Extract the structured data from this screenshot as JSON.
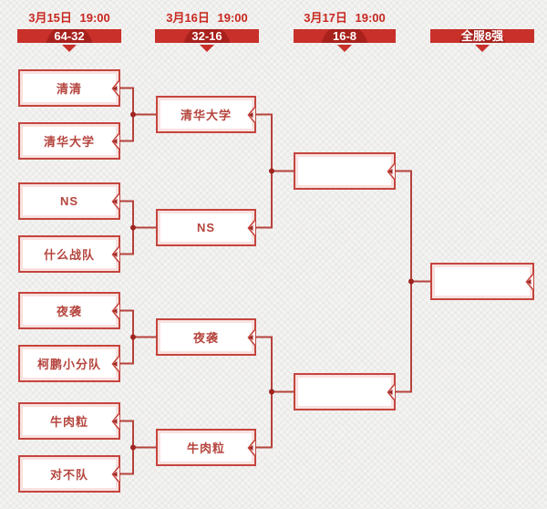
{
  "columns": [
    {
      "date": "3月15日 19:00",
      "stage": "64-32"
    },
    {
      "date": "3月16日 19:00",
      "stage": "32-16"
    },
    {
      "date": "3月17日 19:00",
      "stage": "16-8"
    },
    {
      "date": "",
      "stage": "全服8强"
    }
  ],
  "bracket": {
    "round1": [
      "清清",
      "清华大学",
      "NS",
      "什么战队",
      "夜袭",
      "柯鹏小分队",
      "牛肉粒",
      "对不队"
    ],
    "round2": [
      "清华大学",
      "NS",
      "夜袭",
      "牛肉粒"
    ],
    "round3": [
      "",
      ""
    ],
    "final": [
      ""
    ]
  },
  "icons": {
    "slot_notch": "left-chevron-notch",
    "round_pointer": "triangle-down"
  },
  "colors": {
    "accent_red": "#c9302a",
    "banner_shade": "#a8211d",
    "box_border": "#c5453e",
    "box_inset": "#f8e2e0",
    "team_text": "#b5443d",
    "connector": "#b6423b",
    "junction_dot": "#9e2420",
    "background": "#f3f3f2"
  }
}
